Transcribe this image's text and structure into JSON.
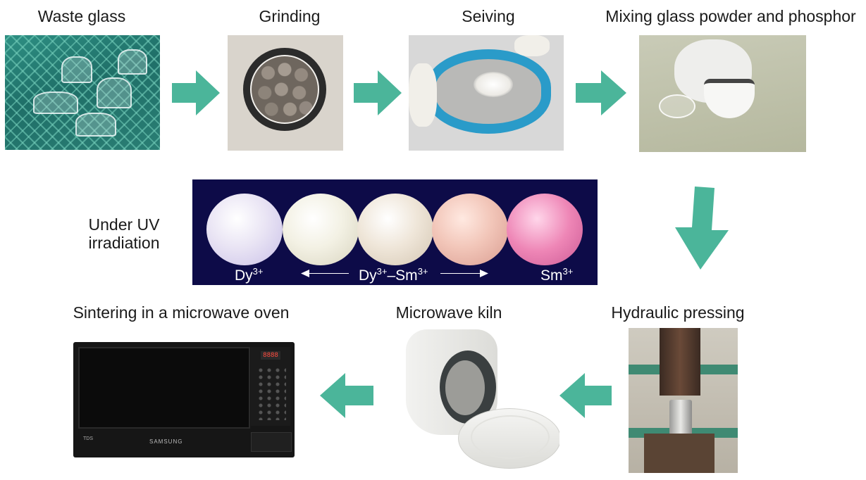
{
  "steps": {
    "waste_glass": "Waste glass",
    "grinding": "Grinding",
    "seiving": "Seiving",
    "mixing": "Mixing glass powder and phosphor",
    "hydraulic": "Hydraulic pressing",
    "kiln": "Microwave kiln",
    "sintering": "Sintering in a microwave oven"
  },
  "uv_label": {
    "line1": "Under UV",
    "line2": "irradiation"
  },
  "uv_panel": {
    "left_ion": "Dy",
    "left_ion_charge": "3+",
    "mid_ion_a": "Dy",
    "mid_ion_a_charge": "3+",
    "mid_sep": "–Sm",
    "mid_ion_b_charge": "3+",
    "right_ion": "Sm",
    "right_ion_charge": "3+",
    "sphere_colors": [
      "#e9e4f4",
      "#f3f1e4",
      "#efe6d9",
      "#f2c6b9",
      "#ee86b6"
    ],
    "background": "#0d0b48"
  },
  "microwave": {
    "display": "8888",
    "brand": "SAMSUNG",
    "badge": "TDS"
  },
  "arrow_color": "#4bb59a"
}
